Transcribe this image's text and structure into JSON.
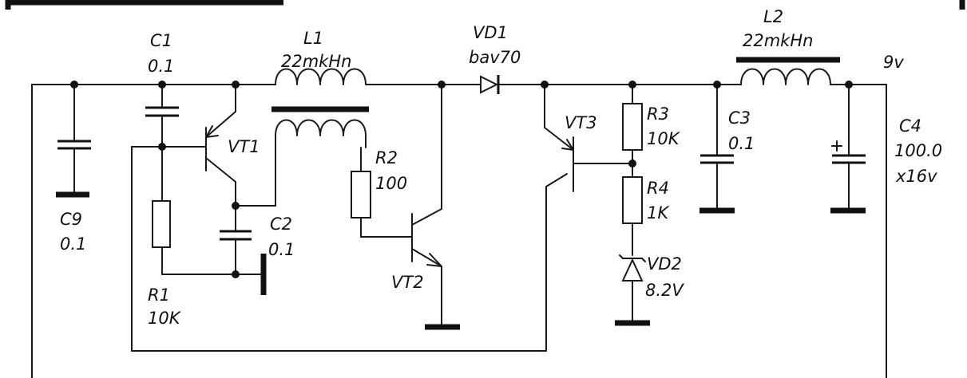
{
  "components": {
    "C1": {
      "ref": "C1",
      "value": "0.1"
    },
    "L1": {
      "ref": "L1",
      "value": "22mkHn"
    },
    "VD1": {
      "ref": "VD1",
      "value": "bav70"
    },
    "L2": {
      "ref": "L2",
      "value": "22mkHn"
    },
    "VT1": {
      "ref": "VT1"
    },
    "VT2": {
      "ref": "VT2"
    },
    "VT3": {
      "ref": "VT3"
    },
    "R1": {
      "ref": "R1",
      "value": "10K"
    },
    "R2": {
      "ref": "R2",
      "value": "100"
    },
    "R3": {
      "ref": "R3",
      "value": "10K"
    },
    "R4": {
      "ref": "R4",
      "value": "1K"
    },
    "C2": {
      "ref": "C2",
      "value": "0.1"
    },
    "C3": {
      "ref": "C3",
      "value": "0.1"
    },
    "C4": {
      "ref": "C4",
      "value": "100.0",
      "rating": "x16v"
    },
    "C9": {
      "ref": "C9",
      "value": "0.1"
    },
    "VD2": {
      "ref": "VD2",
      "value": "8.2V"
    }
  },
  "output_label": "9v"
}
